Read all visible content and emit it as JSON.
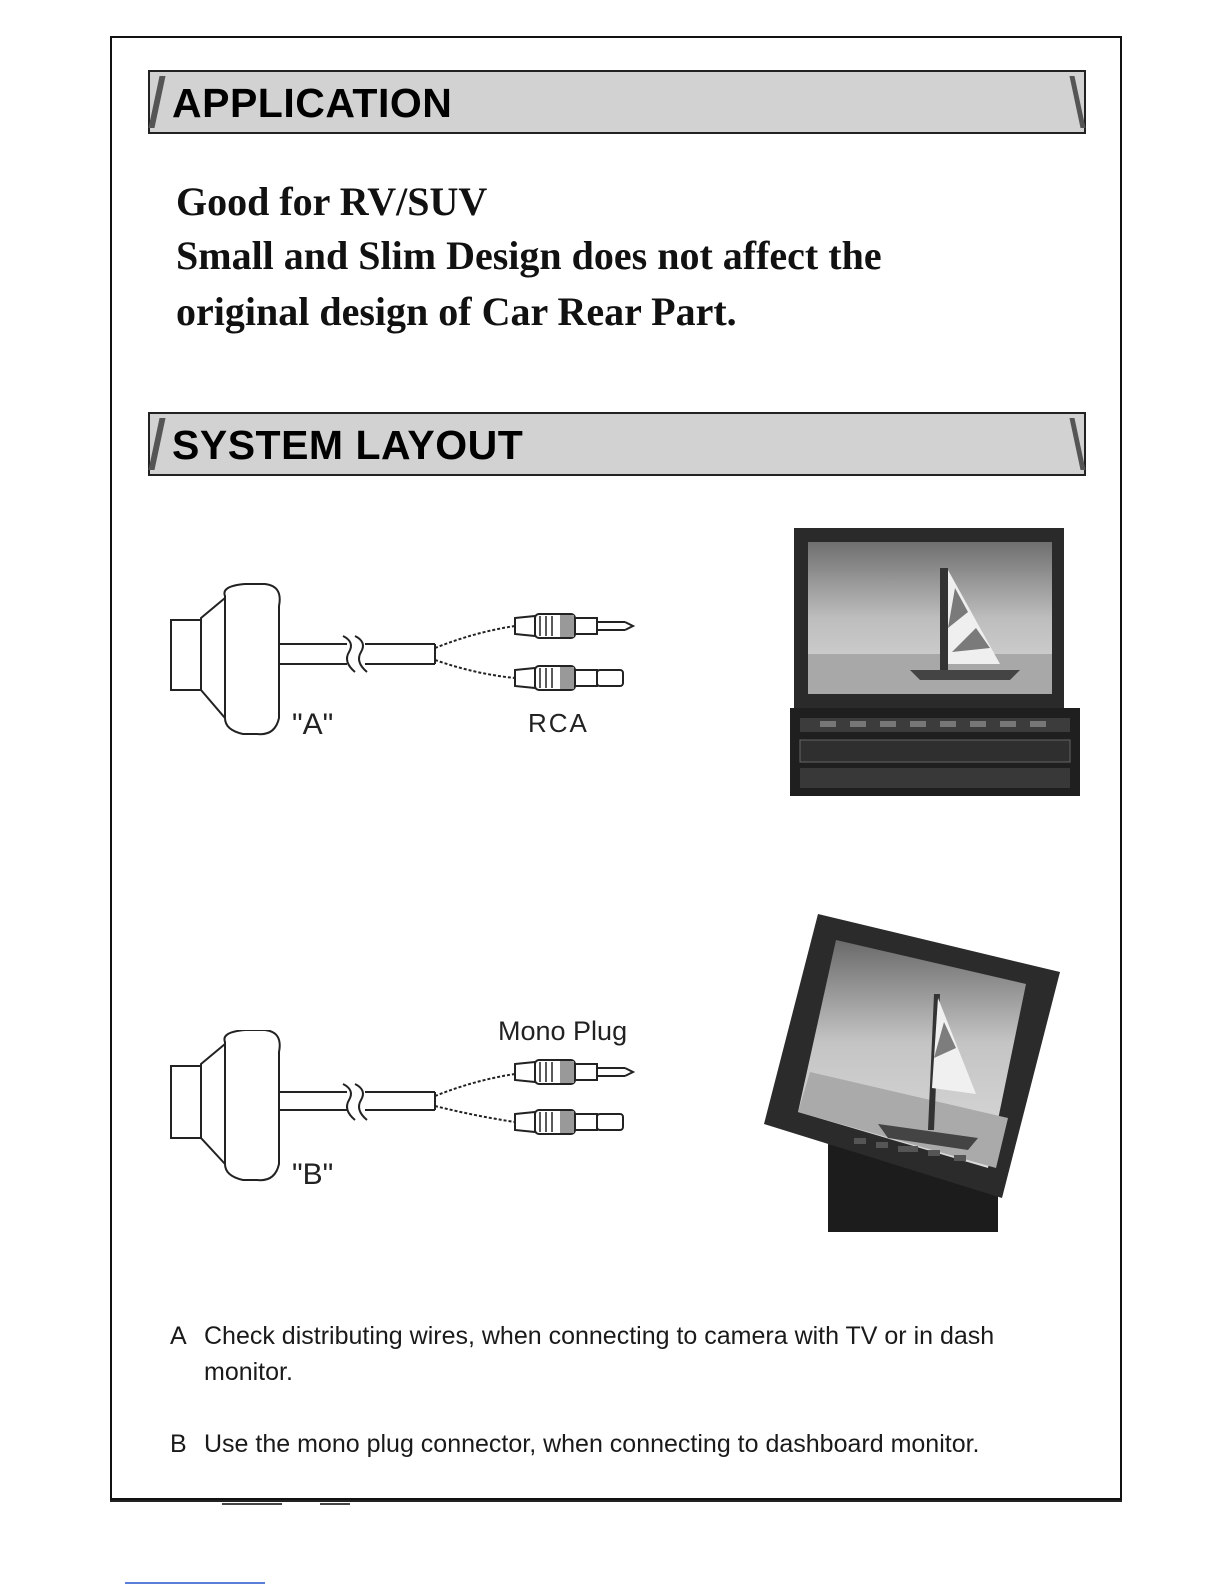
{
  "application": {
    "heading": "APPLICATION",
    "lines": [
      "Good for RV/SUV",
      "Small and Slim Design does not affect the",
      "original design of Car Rear Part."
    ]
  },
  "system_layout": {
    "heading": "SYSTEM LAYOUT",
    "diagram_a": {
      "label": "\"A\"",
      "connector_label": "RCA"
    },
    "diagram_b": {
      "label": "\"B\"",
      "connector_label": "Mono Plug"
    }
  },
  "notes": [
    {
      "key": "A",
      "line1": "Check distributing wires, when connecting to camera with TV or in dash",
      "line2": "monitor."
    },
    {
      "key": "B",
      "line1": "Use the mono plug connector, when connecting to dashboard monitor."
    }
  ]
}
